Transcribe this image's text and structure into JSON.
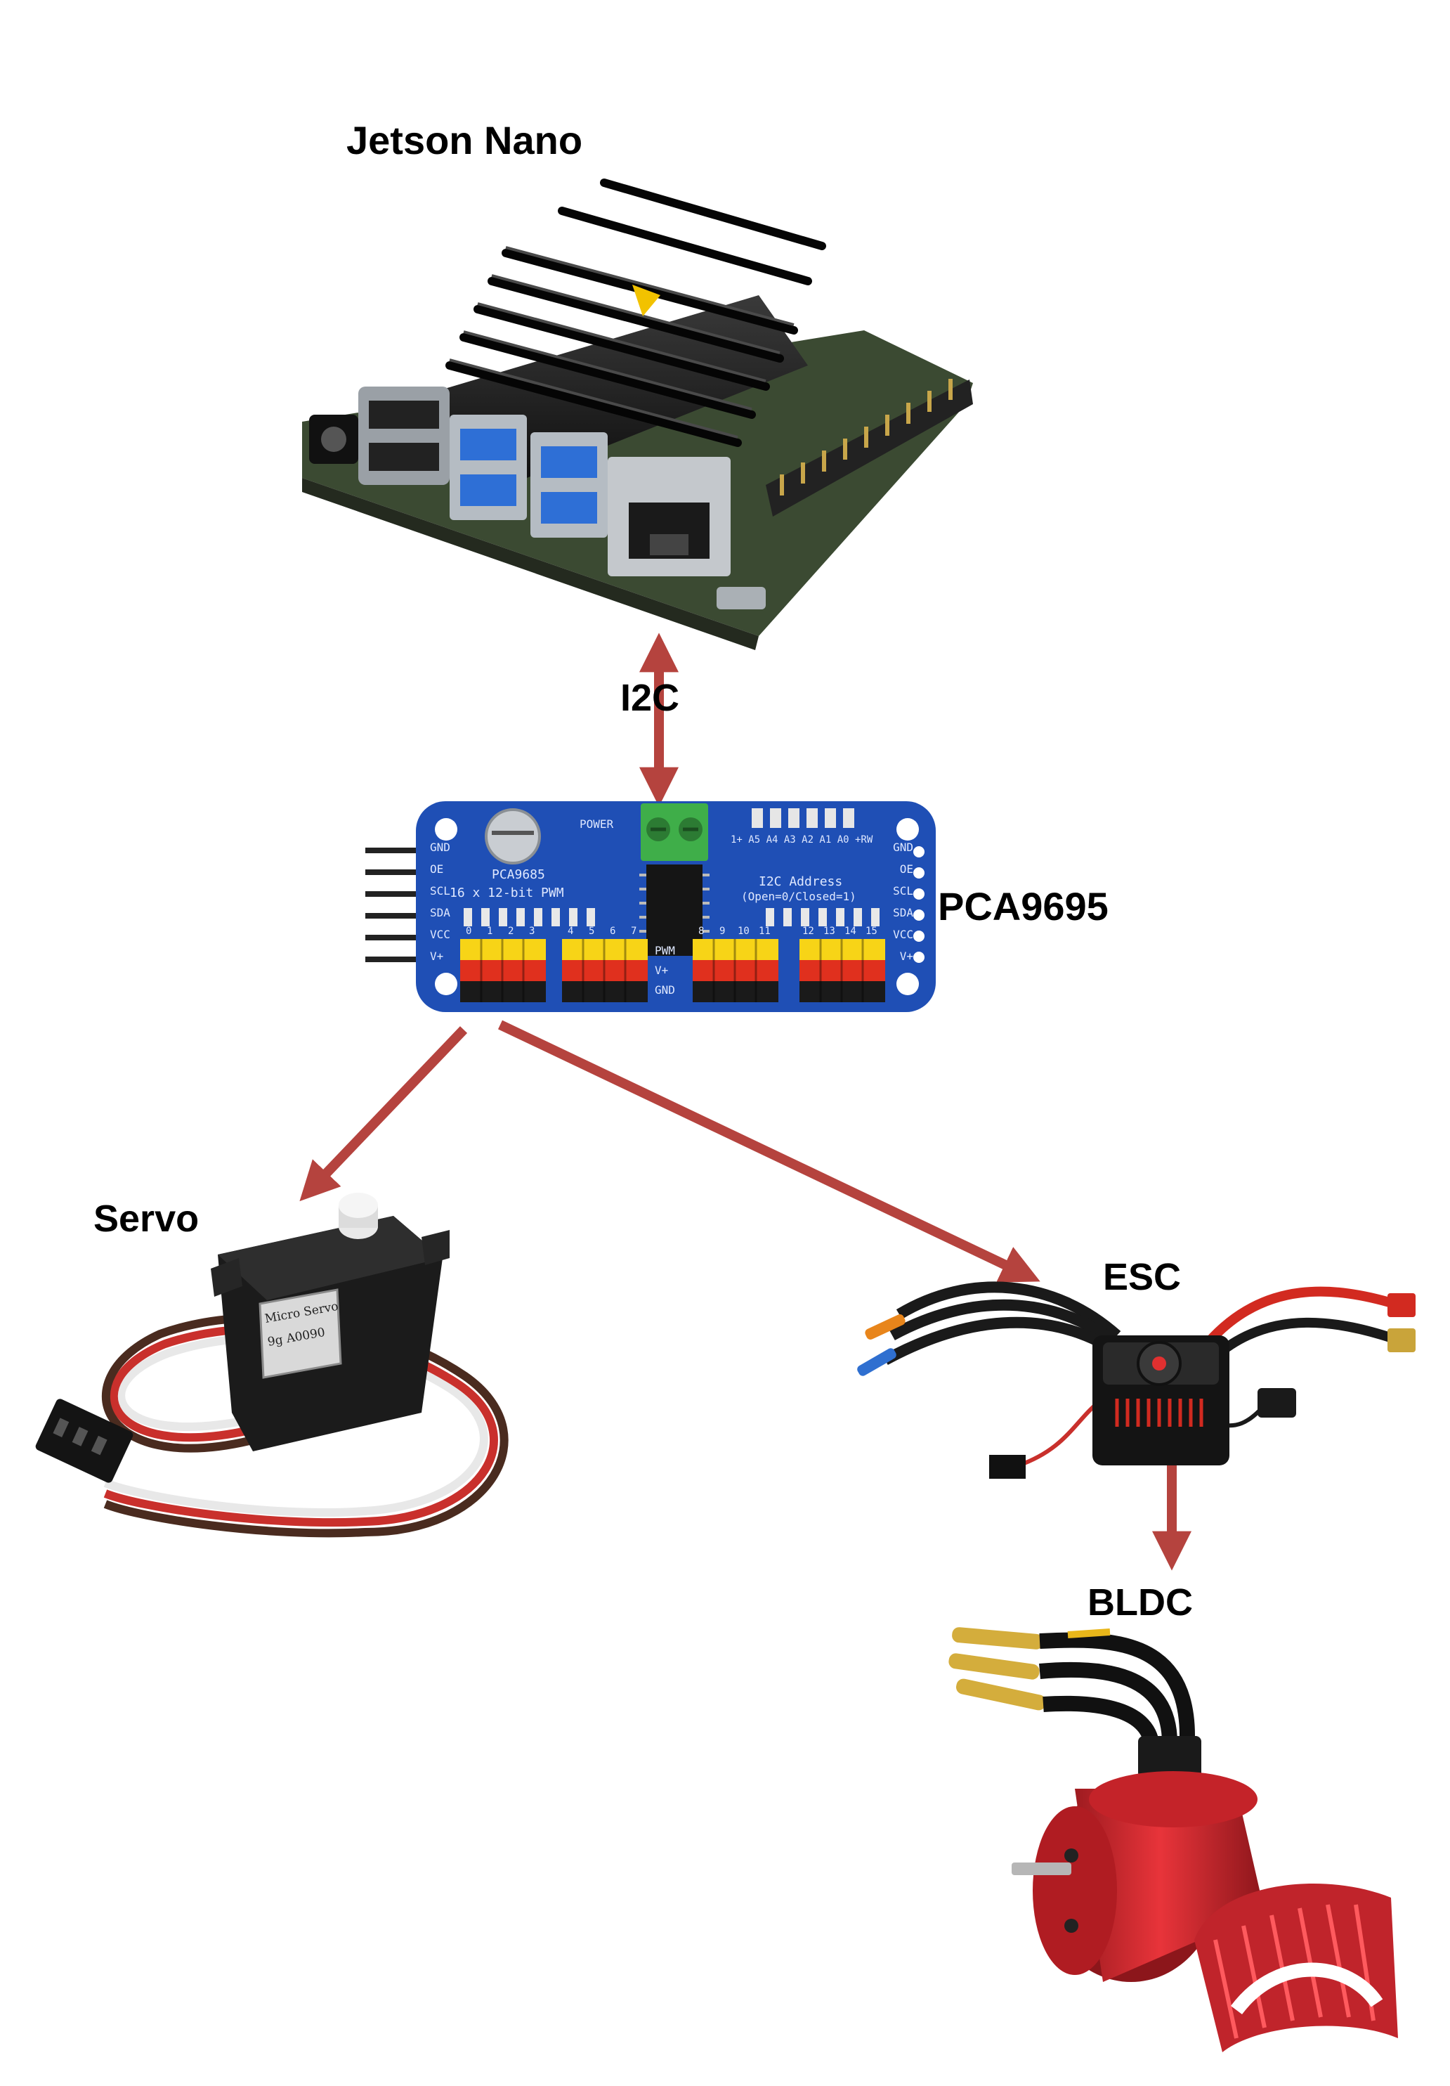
{
  "labels": {
    "jetson": "Jetson Nano",
    "i2c": "I2C",
    "pca": "PCA9695",
    "servo": "Servo",
    "esc": "ESC",
    "bldc": "BLDC"
  },
  "pca_board": {
    "chip": "PCA9685",
    "desc": "16 x 12-bit PWM",
    "power": "POWER",
    "address_title": "I2C Address",
    "address_sub": "(Open=0/Closed=1)",
    "address_bits": "1+ A5 A4 A3 A2 A1 A0 +RW",
    "left_pins": [
      "GND",
      "OE",
      "SCL",
      "SDA",
      "VCC",
      "V+"
    ],
    "right_pins": [
      "GND",
      "OE",
      "SCL",
      "SDA",
      "VCC",
      "V+"
    ],
    "rails": [
      "PWM",
      "V+",
      "GND"
    ],
    "channels": [
      "0",
      "1",
      "2",
      "3",
      "4",
      "5",
      "6",
      "7",
      "8",
      "9",
      "10",
      "11",
      "12",
      "13",
      "14",
      "15"
    ]
  },
  "servo_sticker": {
    "line1": "Micro Servo",
    "line2": "9g A0090"
  },
  "colors": {
    "arrow": "#b5433e",
    "pcb": "#1f4fb5",
    "heatsink": "#1b1b1b",
    "motor": "#d8282e",
    "terminal": "#3fae49"
  }
}
